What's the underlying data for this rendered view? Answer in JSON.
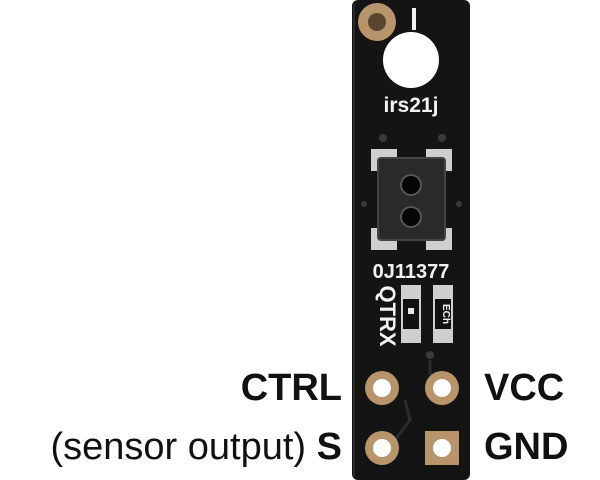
{
  "product_photo": {
    "board": {
      "silkscreen_top": "irs21j",
      "silkscreen_code": "0J11377",
      "silkscreen_model": "QTRX",
      "resistor_marking": "ECh",
      "colors": {
        "board": "#141414",
        "pad_gold": "#b8946a",
        "silver_pad": "#cfcfcf",
        "sensor_body": "#2a2a2a",
        "silkscreen": "#f2f2f2"
      }
    },
    "labels": {
      "ctrl": "CTRL",
      "vcc": "VCC",
      "s_note": "(sensor output) ",
      "s": "S",
      "gnd": "GND"
    }
  }
}
